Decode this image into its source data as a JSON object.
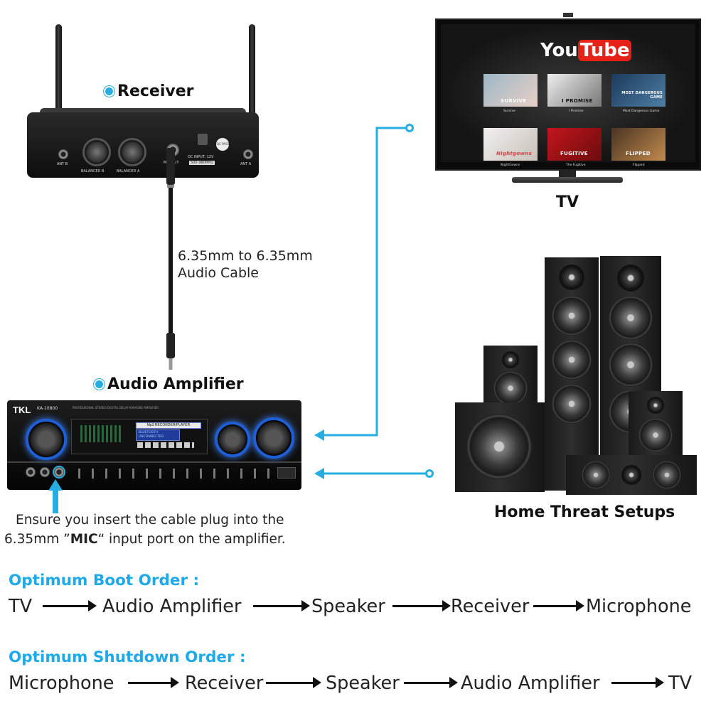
{
  "labels": {
    "receiver": "Receiver",
    "tv": "TV",
    "cable": "6.35mm to 6.35mm",
    "cable_line2": "Audio Cable",
    "amplifier": "Audio Amplifier",
    "speakers": "Home Threat Setups"
  },
  "note": {
    "line1": "Ensure you insert the cable plug into the",
    "line2_pre": "6.35mm ”",
    "line2_bold": "MIC",
    "line2_post": "“ input port on the amplifier."
  },
  "receiver": {
    "ant_b": "ANT B",
    "balanced_b": "BALANCED B",
    "balanced_a": "BALANCED A",
    "mic_out": "MIC OUT",
    "dc_input": "DC INPUT: 12V",
    "freq": "500-980MHz",
    "ant_a": "ANT A",
    "badge": "QC PASS"
  },
  "amplifier": {
    "brand": "TKL",
    "model": "KA-10800",
    "subtitle": "PROFESSIONAL STEREO DIGITAL DELAY KARAOKE AMPLIFIER",
    "lcd_title": "Mp3 RECORDER/PLAYER",
    "lcd_line1": "BLUETOOTH",
    "lcd_line2": "UNCONNECTED"
  },
  "tv": {
    "logo_you": "You",
    "logo_tube": "Tube",
    "thumbs": [
      {
        "cap": "SURVIVE",
        "title": "Survive"
      },
      {
        "cap": "I PROMISE",
        "title": "I Promise"
      },
      {
        "cap": "MOST DANGEROUS GAME",
        "title": "Most Dangerous Game"
      },
      {
        "cap": "Nightgowns",
        "title": "NightGowns"
      },
      {
        "cap": "FUGITIVE",
        "title": "The Fugitive"
      },
      {
        "cap": "FLIPPED",
        "title": "Flipped"
      }
    ]
  },
  "boot": {
    "title": "Optimum Boot Order :",
    "steps": [
      "TV",
      "Audio Amplifier",
      "Speaker",
      "Receiver",
      "Microphone"
    ]
  },
  "shutdown": {
    "title": "Optimum Shutdown Order :",
    "steps": [
      "Microphone",
      "Receiver",
      "Speaker",
      "Audio Amplifier",
      "TV"
    ]
  },
  "colors": {
    "accent": "#1eaaea",
    "connector": "#26aee0",
    "knob_glow": "#3b7df0",
    "youtube_red": "#e62117"
  },
  "icons": {
    "bullet": "blue-dot-icon",
    "arrow": "right-arrow-icon",
    "insert_arrow": "up-arrow-icon"
  }
}
